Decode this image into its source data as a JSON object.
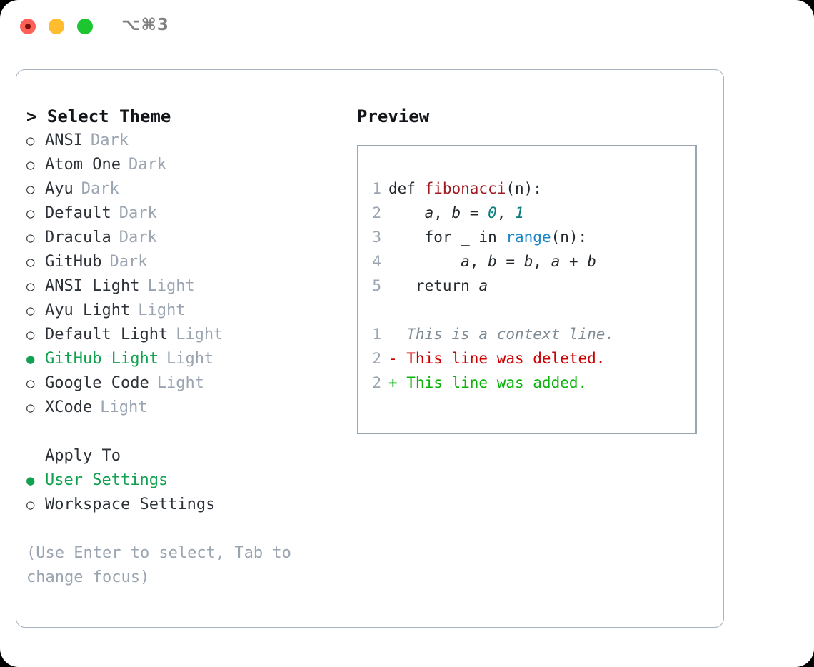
{
  "window": {
    "shortcut": "⌥⌘3",
    "traffic_lights": [
      "close-red",
      "minimize-yellow",
      "maximize-green"
    ]
  },
  "left": {
    "title": "> Select Theme",
    "marker_unselected": "○",
    "marker_selected": "●",
    "themes": [
      {
        "name": "ANSI",
        "variant": "Dark",
        "selected": false
      },
      {
        "name": "Atom One",
        "variant": "Dark",
        "selected": false
      },
      {
        "name": "Ayu",
        "variant": "Dark",
        "selected": false
      },
      {
        "name": "Default",
        "variant": "Dark",
        "selected": false
      },
      {
        "name": "Dracula",
        "variant": "Dark",
        "selected": false
      },
      {
        "name": "GitHub",
        "variant": "Dark",
        "selected": false
      },
      {
        "name": "ANSI Light",
        "variant": "Light",
        "selected": false
      },
      {
        "name": "Ayu Light",
        "variant": "Light",
        "selected": false
      },
      {
        "name": "Default Light",
        "variant": "Light",
        "selected": false
      },
      {
        "name": "GitHub Light",
        "variant": "Light",
        "selected": true
      },
      {
        "name": "Google Code",
        "variant": "Light",
        "selected": false
      },
      {
        "name": "XCode",
        "variant": "Light",
        "selected": false
      }
    ],
    "apply_to_title": "Apply To",
    "apply_to": [
      {
        "name": "User Settings",
        "selected": true
      },
      {
        "name": "Workspace Settings",
        "selected": false
      }
    ],
    "hint": "(Use Enter to select, Tab to change focus)"
  },
  "right": {
    "title": "Preview",
    "code_lines": [
      {
        "no": "1",
        "tokens": [
          {
            "t": "def ",
            "k": "plain"
          },
          {
            "t": "fibonacci",
            "k": "fn"
          },
          {
            "t": "(n):",
            "k": "plain"
          }
        ]
      },
      {
        "no": "2",
        "tokens": [
          {
            "t": "    ",
            "k": "plain"
          },
          {
            "t": "a",
            "k": "var"
          },
          {
            "t": ", ",
            "k": "plain"
          },
          {
            "t": "b",
            "k": "var"
          },
          {
            "t": " = ",
            "k": "plain"
          },
          {
            "t": "0",
            "k": "num"
          },
          {
            "t": ", ",
            "k": "plain"
          },
          {
            "t": "1",
            "k": "num"
          }
        ]
      },
      {
        "no": "3",
        "tokens": [
          {
            "t": "    for _ in ",
            "k": "plain"
          },
          {
            "t": "range",
            "k": "bi"
          },
          {
            "t": "(n):",
            "k": "plain"
          }
        ]
      },
      {
        "no": "4",
        "tokens": [
          {
            "t": "        ",
            "k": "plain"
          },
          {
            "t": "a",
            "k": "var"
          },
          {
            "t": ", ",
            "k": "plain"
          },
          {
            "t": "b",
            "k": "var"
          },
          {
            "t": " = ",
            "k": "plain"
          },
          {
            "t": "b",
            "k": "var"
          },
          {
            "t": ", ",
            "k": "plain"
          },
          {
            "t": "a",
            "k": "var"
          },
          {
            "t": " + ",
            "k": "plain"
          },
          {
            "t": "b",
            "k": "var"
          }
        ]
      },
      {
        "no": "5",
        "tokens": [
          {
            "t": "   return ",
            "k": "plain"
          },
          {
            "t": "a",
            "k": "var"
          }
        ]
      }
    ],
    "diff_lines": [
      {
        "no": "1",
        "text": "  This is a context line.",
        "kind": "context"
      },
      {
        "no": "2",
        "text": "- This line was deleted.",
        "kind": "deleted"
      },
      {
        "no": "2",
        "text": "+ This line was added.",
        "kind": "added"
      }
    ]
  },
  "colors": {
    "selection_green": "#12a150",
    "diff_add_green": "#09b309",
    "diff_del_red": "#cc0000",
    "function_red": "#a01c22",
    "number_teal": "#0a7d7d",
    "builtin_blue": "#1a86c8",
    "muted_gray": "#9aa5b1",
    "text_dark": "#2d3238",
    "border_gray": "#aab4c0"
  }
}
